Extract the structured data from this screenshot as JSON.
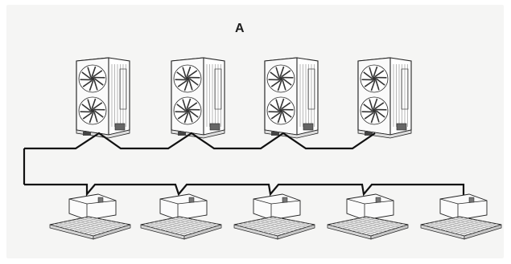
{
  "diagram": {
    "label": "A",
    "outdoor_units": [
      {
        "id": "outdoor-unit-1"
      },
      {
        "id": "outdoor-unit-2"
      },
      {
        "id": "outdoor-unit-3"
      },
      {
        "id": "outdoor-unit-4"
      }
    ],
    "indoor_units": [
      {
        "id": "indoor-unit-1"
      },
      {
        "id": "indoor-unit-2"
      },
      {
        "id": "indoor-unit-3"
      },
      {
        "id": "indoor-unit-4"
      },
      {
        "id": "indoor-unit-5"
      }
    ],
    "colors": {
      "panel": "#f5f5f4",
      "line": "#111111",
      "unit_fill": "#ffffff",
      "unit_stroke": "#222222",
      "fan": "#333333",
      "grille": "#d8d8d8"
    }
  }
}
